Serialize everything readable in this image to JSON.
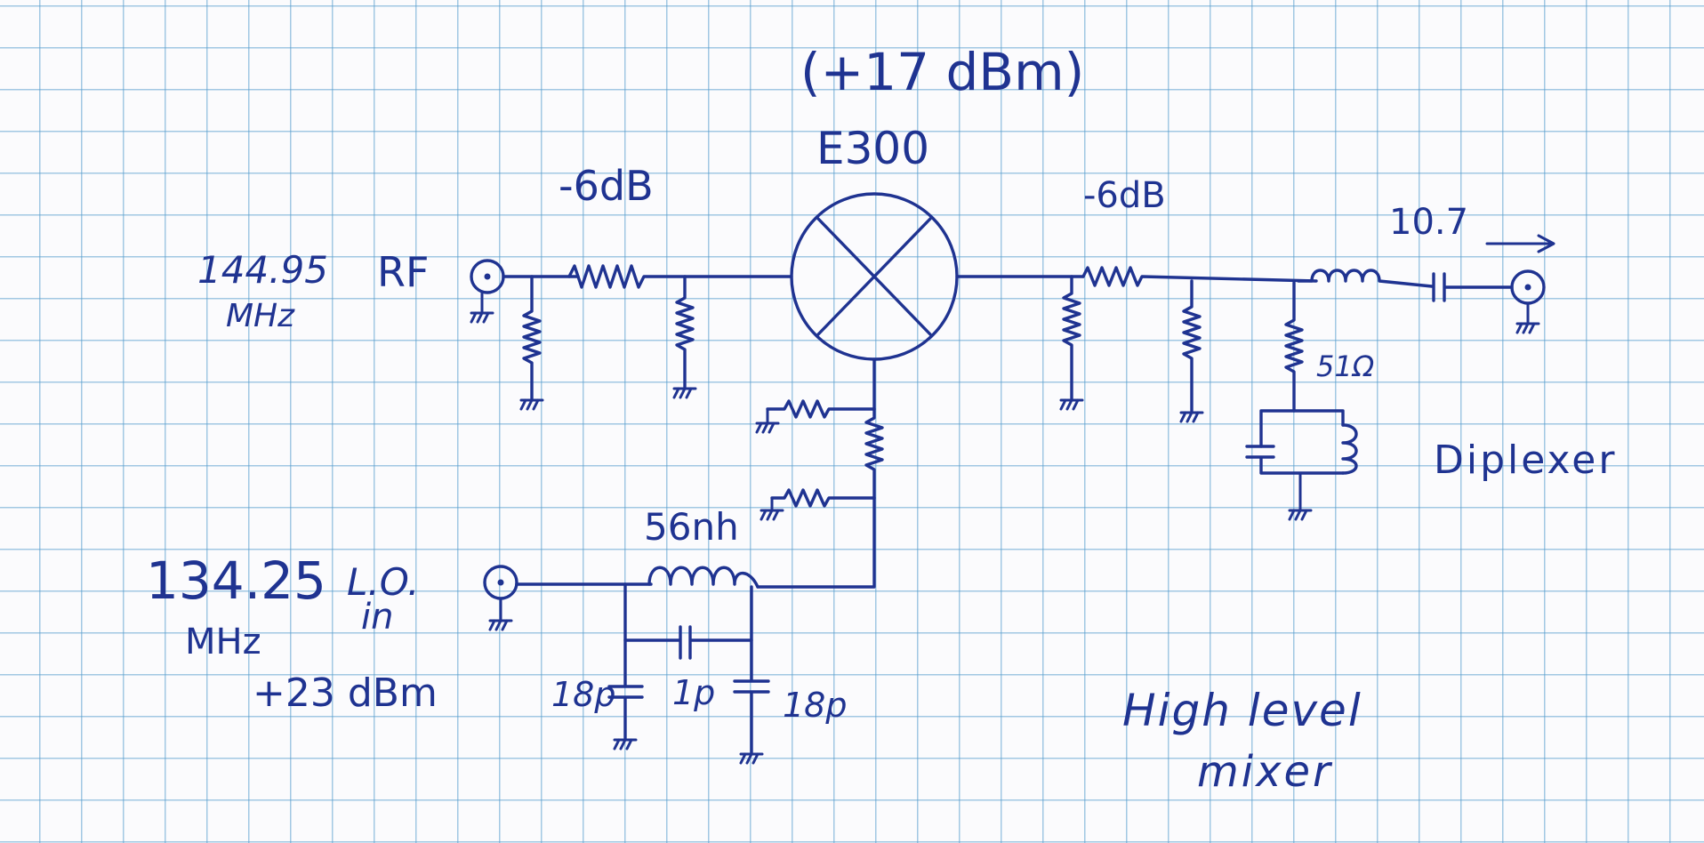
{
  "schematic": {
    "top_note": "(+17 dBm)",
    "mixer_part": "E300",
    "pad_in_label": "-6dB",
    "pad_out_label": "-6dB",
    "rf_freq": "144.95",
    "rf_freq_unit": "MHz",
    "rf_label": "RF",
    "lo_freq": "134.25",
    "lo_freq_unit": "MHz",
    "lo_label_line1": "L.O.",
    "lo_label_line2": "in",
    "lo_power": "+23 dBm",
    "inductor_label": "56nh",
    "cap_left_label": "18p",
    "cap_mid_label": "1p",
    "cap_right_label": "18p",
    "if_freq": "10.7",
    "diplexer_resistor_label": "51Ω",
    "diplexer_label": "Diplexer",
    "title_line1": "High level",
    "title_line2": "mixer"
  },
  "colors": {
    "ink": "#1f3391",
    "grid": "#589ece",
    "paper": "#fbfbfd"
  }
}
